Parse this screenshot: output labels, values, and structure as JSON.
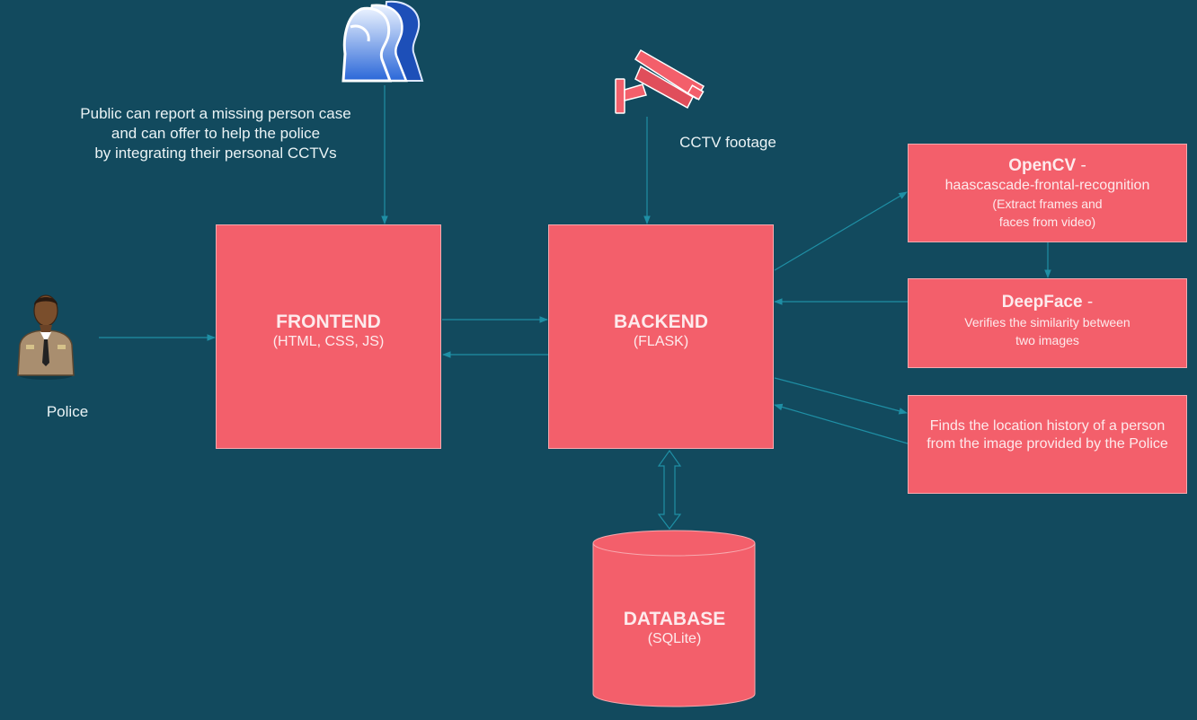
{
  "labels": {
    "public": [
      "Public can report a missing person case",
      "and can offer to help the police",
      "by integrating their personal CCTVs"
    ],
    "cctv": "CCTV footage",
    "police": "Police"
  },
  "boxes": {
    "frontend": {
      "title": "FRONTEND",
      "subtitle": "(HTML, CSS, JS)"
    },
    "backend": {
      "title": "BACKEND",
      "subtitle": "(FLASK)"
    },
    "database": {
      "title": "DATABASE",
      "subtitle": "(SQLite)"
    },
    "opencv": {
      "title": "OpenCV",
      "dash": " -",
      "line1": "haascascade-frontal-recognition",
      "line2": "(Extract frames and",
      "line3": "faces from video)"
    },
    "deepface": {
      "title": "DeepFace",
      "dash": " -",
      "line1": "Verifies the similarity between",
      "line2": "two images"
    },
    "location": {
      "line1": "Finds the location history of a person",
      "line2": "from the image provided by the Police"
    }
  },
  "icons": {
    "public": "people-group-icon",
    "cctv": "security-camera-icon",
    "police": "police-officer-icon"
  },
  "colors": {
    "background": "#124a5e",
    "box_fill": "#f35f6b",
    "connector": "#1f8fa5",
    "text": "#fdeaec"
  }
}
